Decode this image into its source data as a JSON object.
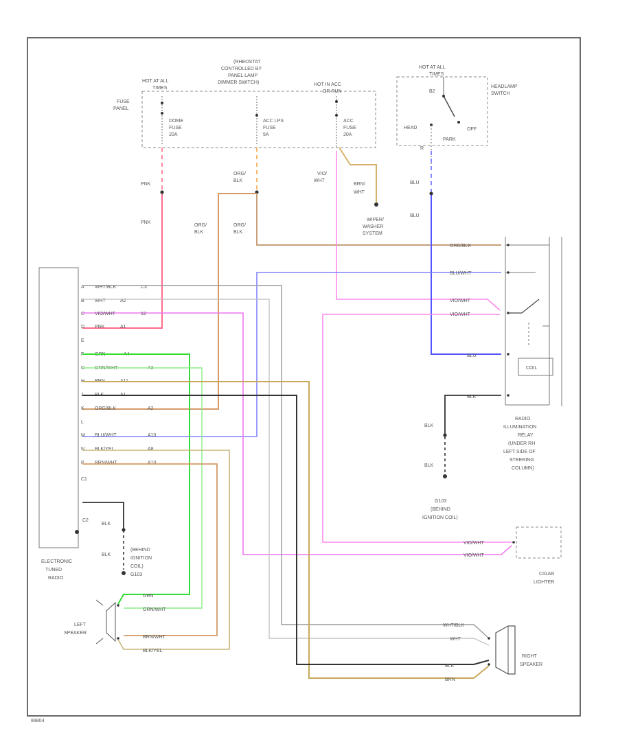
{
  "fuse_panel": {
    "label": [
      "FUSE",
      "PANEL"
    ],
    "hot_at_all_times": [
      "HOT AT ALL",
      "TIMES"
    ],
    "rheostat": [
      "(RHEOSTAT",
      "CONTROLLED BY",
      "PANEL LAMP",
      "DIMMER SWITCH)"
    ],
    "hot_in_acc": [
      "HOT IN ACC",
      "OR RUN"
    ],
    "fuse_dome": [
      "DOME",
      "FUSE",
      "20A"
    ],
    "fuse_acc_lps": [
      "ACC LPS",
      "FUSE",
      "5A"
    ],
    "fuse_acc": [
      "ACC",
      "FUSE",
      "20A"
    ]
  },
  "headlamp_switch": {
    "label": [
      "HEADLAMP",
      "SWITCH"
    ],
    "hot_at_all_times": [
      "HOT AT ALL",
      "TIMES"
    ],
    "b2": "B2",
    "head": "HEAD",
    "off": "OFF",
    "park": "PARK",
    "r": "R"
  },
  "wiper": {
    "label": [
      "WIPER/",
      "WASHER",
      "SYSTEM"
    ]
  },
  "wire_labels": {
    "pnk": "PNK",
    "org_blk": [
      "ORG/",
      "BLK"
    ],
    "vio_wht": [
      "VIO/",
      "WHT"
    ],
    "brn_wht": [
      "BRN/",
      "WHT"
    ],
    "blu": "BLU",
    "blk": "BLK"
  },
  "radio": {
    "label": [
      "ELECTRONIC",
      "TUNED",
      "RADIO"
    ],
    "c1": "C1",
    "c2": "C2",
    "pins": [
      {
        "num": "A",
        "wire": "WHT/BLK",
        "pin": "C3"
      },
      {
        "num": "B",
        "wire": "WHT",
        "pin": "A2"
      },
      {
        "num": "C",
        "wire": "VIO/WHT",
        "pin": "12"
      },
      {
        "num": "D",
        "wire": "PNK",
        "pin": "A1"
      },
      {
        "num": "E",
        "wire": "",
        "pin": ""
      },
      {
        "num": "F",
        "wire": "GRN",
        "pin": "A4"
      },
      {
        "num": "G",
        "wire": "GRN/WHT",
        "pin": "A3"
      },
      {
        "num": "H",
        "wire": "BRN",
        "pin": "A11"
      },
      {
        "num": "J",
        "wire": "BLK",
        "pin": "A1"
      },
      {
        "num": "K",
        "wire": "ORG/BLK",
        "pin": "A2"
      },
      {
        "num": "L",
        "wire": "",
        "pin": ""
      },
      {
        "num": "M",
        "wire": "BLU/WHT",
        "pin": "A10"
      },
      {
        "num": "N",
        "wire": "BLK/YEL",
        "pin": "A8"
      },
      {
        "num": "P",
        "wire": "BRN/WHT",
        "pin": "A10"
      }
    ]
  },
  "ground": {
    "blk": "BLK",
    "behind_ignition": [
      "(BEHIND",
      "IGNITION",
      "COIL)",
      "G103"
    ],
    "g103_lower": [
      "G103",
      "(BEHIND",
      "IGNITION COIL)"
    ]
  },
  "relay": {
    "label": [
      "RADIO",
      "ILLUMINATION",
      "RELAY",
      "(UNDER RH",
      "LEFT SIDE OF",
      "STEERING",
      "COLUMN)"
    ],
    "wires": [
      "ORG/BLK",
      "BLU/WHT",
      "VIO/WHT",
      "VIO/WHT",
      "BLU",
      "BLK"
    ],
    "coil": "COIL"
  },
  "cigar": {
    "label": [
      "CIGAR",
      "LIGHTER"
    ],
    "wires": [
      "VIO/WHT",
      "VIO/WHT"
    ]
  },
  "left_speaker": {
    "label": [
      "LEFT",
      "SPEAKER"
    ],
    "wires": [
      "GRN",
      "GRN/WHT",
      "BRN/WHT",
      "BLK/YEL"
    ]
  },
  "right_speaker": {
    "label": [
      "RIGHT",
      "SPEAKER"
    ],
    "wires": [
      "WHT/BLK",
      "WHT",
      "BLK",
      "BRN"
    ]
  },
  "footer_id": "89804"
}
